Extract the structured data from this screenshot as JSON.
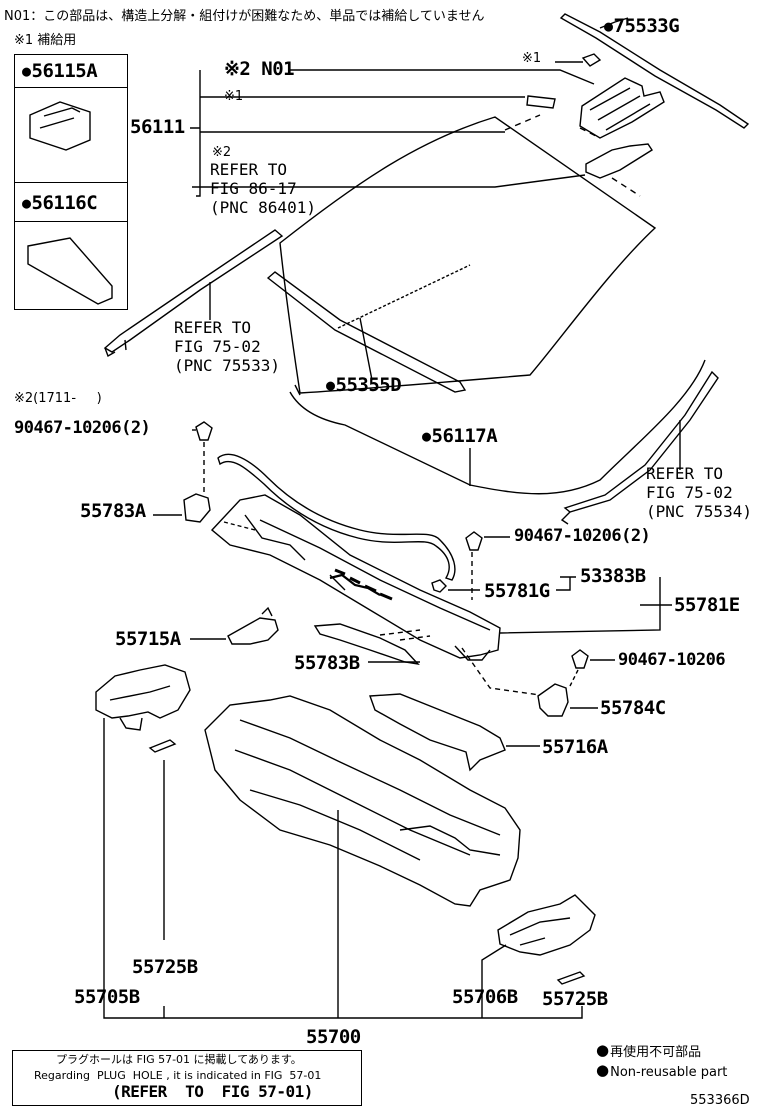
{
  "header_note": "N01：この部品は、構造上分解・組付けが困難なため、単品では補給していません",
  "supply_note": "※1 補給用",
  "inset": {
    "part1": "56115A",
    "part2": "56116C"
  },
  "labels": {
    "p75533G": "75533G",
    "mark1_top": "※1",
    "n01": "※2 N01",
    "mark1_mid": "※1",
    "p56111": "56111",
    "mark2": "※2",
    "refer_86": "REFER TO\nFIG 86-17\n(PNC 86401)",
    "refer_75533": "REFER TO\nFIG 75-02\n(PNC 75533)",
    "p55355D": "55355D",
    "mark2_date": "※2(1711-     )",
    "p90467_left": "90467-10206(2)",
    "p56117A": "56117A",
    "refer_75534": "REFER TO\nFIG 75-02\n(PNC 75534)",
    "p55783A": "55783A",
    "p90467_mid": "90467-10206(2)",
    "p55781G": "55781G",
    "p53383B": "53383B",
    "p55781E": "55781E",
    "p55715A": "55715A",
    "p55783B": "55783B",
    "p90467_right": "90467-10206",
    "p55784C": "55784C",
    "p55716A": "55716A",
    "p55725B_left": "55725B",
    "p55705B": "55705B",
    "p55706B": "55706B",
    "p55725B_right": "55725B",
    "p55700": "55700"
  },
  "footer_box": {
    "line1": "プラグホールは FIG 57-01 に掲載してあります。",
    "line2": "Regarding  PLUG  HOLE , it is indicated in FIG  57-01",
    "line3": "(REFER  TO  FIG 57-01)"
  },
  "legend": {
    "jp": "再使用不可部品",
    "en": "Non-reusable part"
  },
  "figure_id": "553366D"
}
